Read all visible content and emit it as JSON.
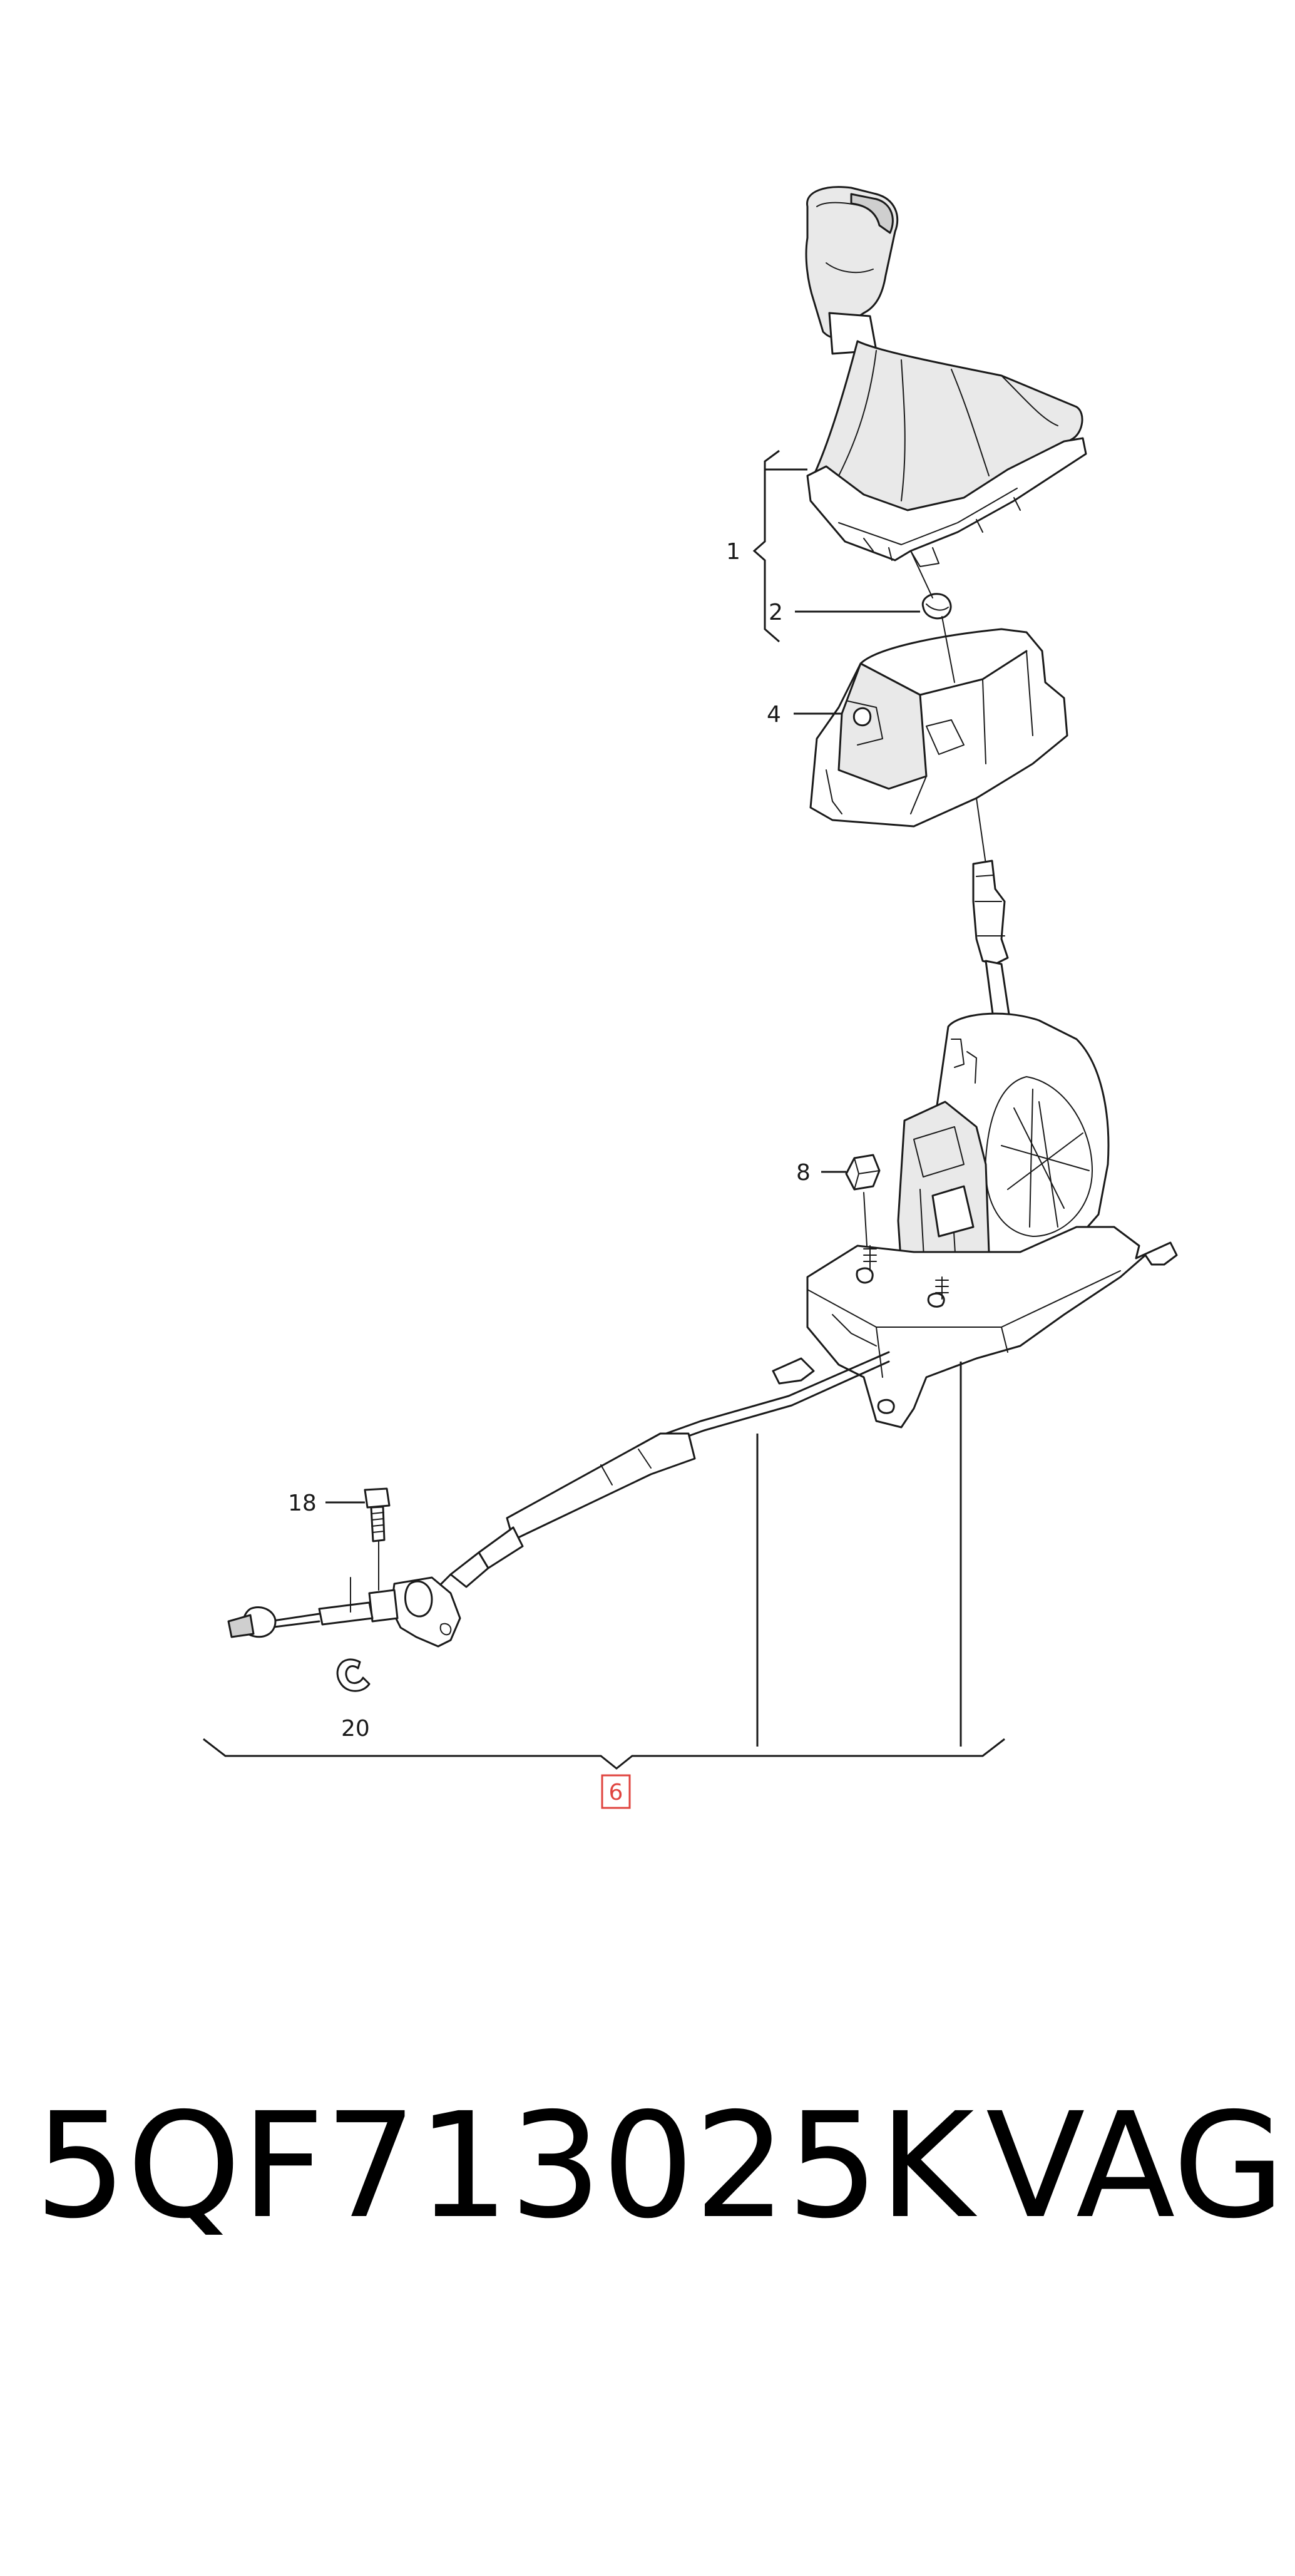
{
  "callouts": {
    "c1": "1",
    "c2": "2",
    "c4": "4",
    "c6": "6",
    "c8": "8",
    "c18": "18",
    "c20": "20"
  },
  "footer": {
    "part_number": "5QF713025K",
    "brand": "VAG"
  },
  "colors": {
    "line": "#1a1a1a",
    "highlight": "#e0443f",
    "background": "#ffffff"
  }
}
